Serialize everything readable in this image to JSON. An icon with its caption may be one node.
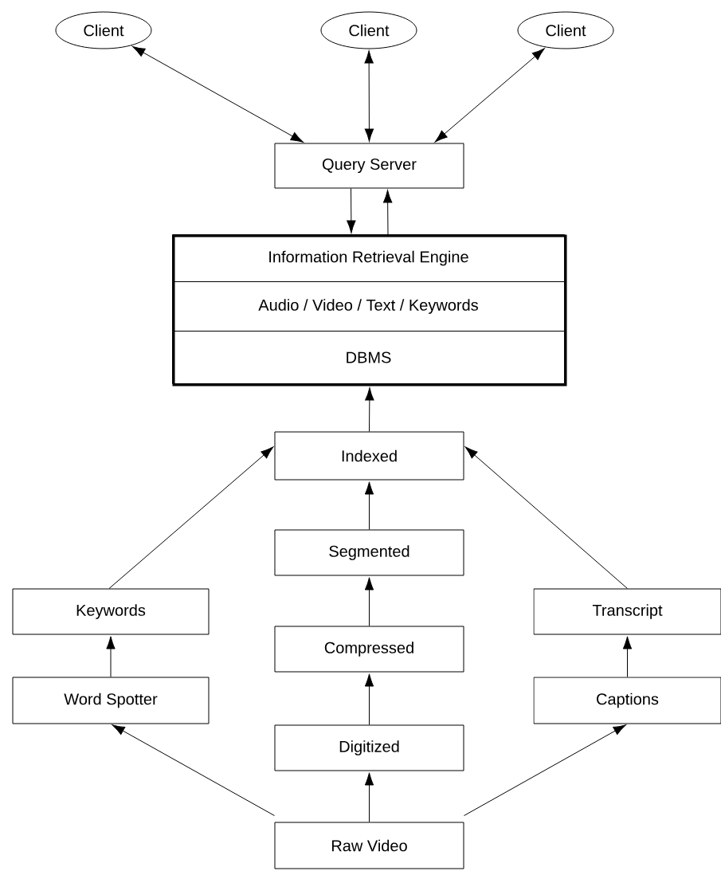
{
  "diagram": {
    "nodes": [
      {
        "text": [
          "Client"
        ]
      },
      {
        "text": [
          "Client"
        ]
      },
      {
        "text": [
          "Client"
        ]
      },
      {
        "text": [
          "Query Server"
        ]
      },
      {
        "text": [],
        "shape": "box"
      },
      {
        "text": [
          "Information Retrieval Engine"
        ],
        "in": 4
      },
      {
        "text": [
          "Audio / Video / Text / Keywords"
        ],
        "in": 4
      },
      {
        "text": [
          "DBMS"
        ],
        "in": 4
      },
      {
        "text": [
          "Indexed"
        ]
      },
      {
        "text": [
          "Segmented"
        ]
      },
      {
        "text": [
          "Keywords"
        ]
      },
      {
        "text": [
          "Transcript"
        ]
      },
      {
        "text": [
          "Compressed"
        ]
      },
      {
        "text": [
          "Word Spotter"
        ]
      },
      {
        "text": [
          "Captions"
        ]
      },
      {
        "text": [
          "Digitized"
        ]
      },
      {
        "text": [
          "Raw Video"
        ]
      }
    ],
    "edges": [
      {
        "from": 0,
        "to": 3,
        "arrow": "both"
      },
      {
        "from": 1,
        "to": 3,
        "arrow": "both"
      },
      {
        "from": 2,
        "to": 3,
        "arrow": "both"
      },
      {
        "from": 3,
        "to": 4,
        "arrow": "to"
      },
      {
        "from": 4,
        "to": 3,
        "arrow": "to"
      },
      {
        "from": 8,
        "to": 4,
        "arrow": "to"
      },
      {
        "from": 10,
        "to": 8,
        "arrow": "to"
      },
      {
        "from": 9,
        "to": 8,
        "arrow": "to"
      },
      {
        "from": 11,
        "to": 8,
        "arrow": "to"
      },
      {
        "from": 12,
        "to": 9,
        "arrow": "to"
      },
      {
        "from": 13,
        "to": 10,
        "arrow": "to"
      },
      {
        "from": 14,
        "to": 11,
        "arrow": "to"
      },
      {
        "from": 15,
        "to": 12,
        "arrow": "to"
      },
      {
        "from": 16,
        "to": 15,
        "arrow": "to"
      },
      {
        "from": 16,
        "to": 13,
        "arrow": "to"
      },
      {
        "from": 16,
        "to": 14,
        "arrow": "to"
      }
    ]
  }
}
